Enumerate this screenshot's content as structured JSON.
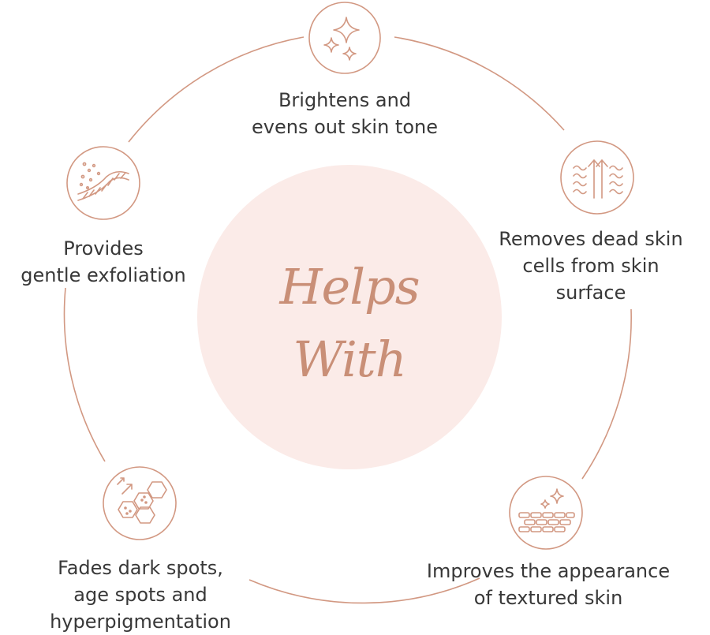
{
  "center": {
    "line1": "Helps",
    "line2": "With"
  },
  "benefits": [
    {
      "icon": "sparkles-icon",
      "lines": [
        "Brightens and",
        "evens out skin tone"
      ]
    },
    {
      "icon": "skin-layers-arrows-icon",
      "lines": [
        "Removes dead skin",
        "cells from skin",
        "surface"
      ]
    },
    {
      "icon": "smooth-skin-sparkle-icon",
      "lines": [
        "Improves the appearance",
        "of textured skin"
      ]
    },
    {
      "icon": "hexagon-cells-icon",
      "lines": [
        "Fades dark spots,",
        "age spots and",
        "hyperpigmentation"
      ]
    },
    {
      "icon": "exfoliation-particles-icon",
      "lines": [
        "Provides",
        "gentle exfoliation"
      ]
    }
  ],
  "colors": {
    "accent": "#d29882",
    "center_fill": "#fbebe8",
    "title": "#c98f77",
    "text": "#383838"
  }
}
